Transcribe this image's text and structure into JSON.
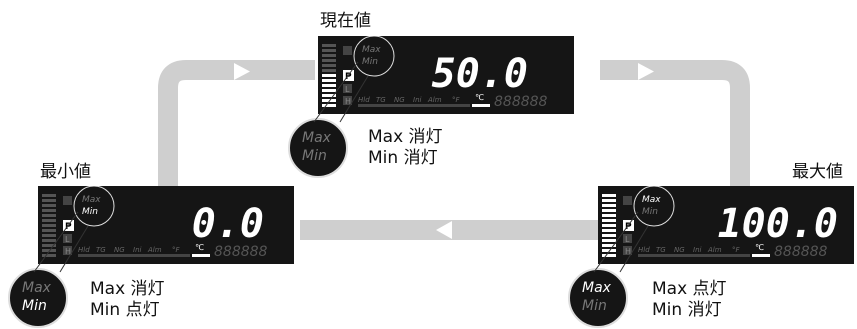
{
  "center": {
    "title": "現在値",
    "reading": "50.0",
    "max_label": "Max",
    "min_label": "Min",
    "note_line1": "Max 消灯",
    "note_line2": "Min 消灯"
  },
  "left": {
    "title": "最小値",
    "reading": "0.0",
    "max_label": "Max",
    "min_label": "Min",
    "note_line1": "Max 消灯",
    "note_line2": "Min 点灯"
  },
  "right": {
    "title": "最大値",
    "reading": "100.0",
    "max_label": "Max",
    "min_label": "Min",
    "note_line1": "Max 点灯",
    "note_line2": "Min 消灯"
  },
  "indicators": {
    "p": "P",
    "l": "L",
    "h": "H",
    "row": [
      "Hld",
      "TG",
      "NG",
      "Ini",
      "Alm",
      "°F"
    ],
    "unit": "℃",
    "sub_digits": "888888"
  },
  "colors": {
    "panel": "#151515",
    "dim": "#555555",
    "bright": "#ffffff",
    "arrow_track": "#cfcfcf"
  }
}
